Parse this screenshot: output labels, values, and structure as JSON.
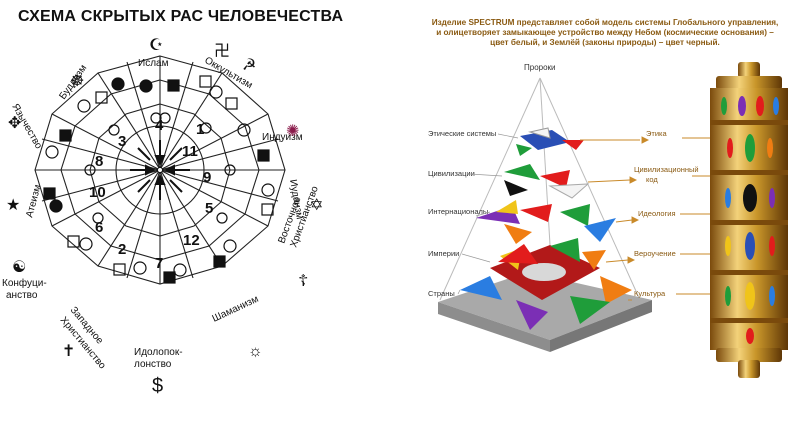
{
  "left": {
    "title": "СХЕМА СКРЫТЫХ РАС ЧЕЛОВЕЧЕСТВА",
    "religions": {
      "islam": "Ислам",
      "occult": "Оккультизм",
      "hinduism": "Индуизм",
      "judaism": "Иудаизм",
      "eastern_christianity_1": "Восточное",
      "eastern_christianity_2": "Христианство",
      "shamanism": "Шаманизм",
      "idolatry_1": "Идолопок-",
      "idolatry_2": "лонство",
      "western_christianity_1": "Западное",
      "western_christianity_2": "Христианство",
      "confucianism_1": "Конфуци-",
      "confucianism_2": "анство",
      "atheism": "Атеизм",
      "paganism": "Язычество",
      "buddhism": "Буддизм"
    },
    "race_numbers": [
      "1",
      "2",
      "3",
      "4",
      "5",
      "6",
      "7",
      "8",
      "9",
      "10",
      "11",
      "12"
    ]
  },
  "right": {
    "caption_line1": "Изделие SPECTRUM представляет собой модель системы Глобального управления,",
    "caption_line2": "и олицетворяет замыкающее устройство между Небом (космические основания) –",
    "caption_line3": "цвет белый, и Землёй (законы природы) – цвет черный.",
    "pyramid_top": "Пророки",
    "left_labels": [
      "Этические системы",
      "Цивилизации",
      "Интернационалы",
      "Империи",
      "Страны"
    ],
    "right_labels": [
      "Этика",
      "Цивилизационный",
      "код",
      "Идеология",
      "Вероучение",
      "Культура"
    ]
  },
  "colors": {
    "caption": "#8a5a12",
    "gold": "#c9962a"
  }
}
